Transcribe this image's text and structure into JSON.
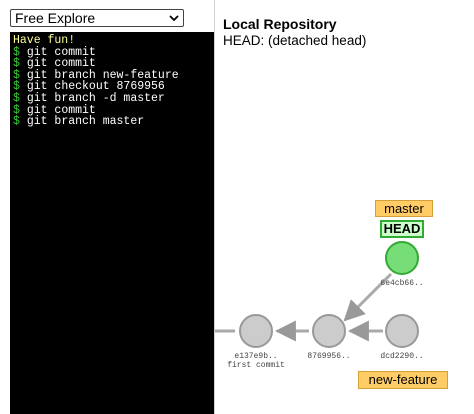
{
  "mode_select": {
    "value": "Free Explore"
  },
  "terminal": {
    "welcome": "Have fun!",
    "prompt": "$",
    "commands": [
      "git commit",
      "git commit",
      "git branch new-feature",
      "git checkout 8769956",
      "git branch -d master",
      "git commit",
      "git branch master"
    ]
  },
  "repo": {
    "title": "Local Repository",
    "head_status": "HEAD: (detached head)"
  },
  "graph": {
    "commits": [
      {
        "id": "e137e9b..",
        "sub": "first commit"
      },
      {
        "id": "8769956..",
        "sub": ""
      },
      {
        "id": "dcd2290..",
        "sub": ""
      },
      {
        "id": "6e4cb66..",
        "sub": ""
      }
    ],
    "branches": {
      "master": "master",
      "new_feature": "new-feature",
      "head": "HEAD"
    }
  },
  "colors": {
    "terminal_bg": "#000000",
    "prompt": "#33cc33",
    "welcome": "#ffff99",
    "commit_fill": "#cccccc",
    "head_commit_fill": "#77dd77",
    "branch_bg": "#ffcc66",
    "head_bg": "#ccffcc"
  }
}
